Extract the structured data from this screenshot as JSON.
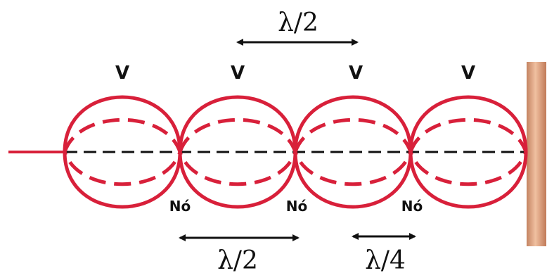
{
  "colors": {
    "wave": "#d8203a",
    "axis": "#111111",
    "arrow": "#111111",
    "wall_light": "#e8b596",
    "wall_dark": "#c48462",
    "text": "#111111"
  },
  "antinode_labels": [
    "V",
    "V",
    "V",
    "V"
  ],
  "node_labels": [
    "Nó",
    "Nó",
    "Nó"
  ],
  "wavelength_labels": {
    "top_half": "λ/2",
    "bottom_half": "λ/2",
    "bottom_quarter": "λ/4"
  }
}
